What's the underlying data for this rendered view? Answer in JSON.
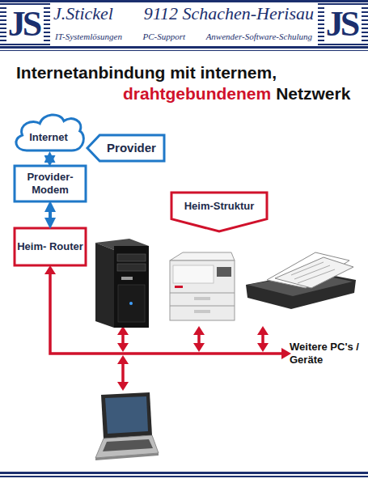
{
  "diagram": {
    "title": "Internetanbindung mit internem,",
    "nodes": [
      {
        "text": [
          "Internet"
        ]
      },
      {
        "text": [
          "Provider"
        ]
      },
      {
        "text": [
          "Provider- Modem"
        ]
      },
      {
        "text": [
          "Heim-Struktur"
        ]
      },
      {
        "text": [
          "Heim- Router"
        ]
      }
    ],
    "edges": [
      {
        "from": 0,
        "to": 2,
        "arrow": "both"
      },
      {
        "from": 2,
        "to": 4,
        "arrow": "both"
      }
    ],
    "labels": [
      "JS",
      "J.Stickel",
      "9112 Schachen-Herisau",
      "IT-Systemlösungen",
      "PC-Support",
      "Anwender-Software-Schulung",
      "JS",
      "drahtgebundenem",
      "Netzwerk",
      "Weitere PC's / Geräte"
    ]
  }
}
